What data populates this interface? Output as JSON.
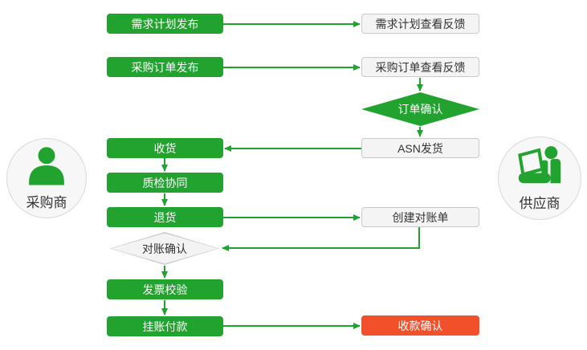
{
  "palette": {
    "green": "#22a32f",
    "red": "#f1502b",
    "plain_box_bg": "#f4f4f4",
    "plain_box_border": "#c9c9c9",
    "text_dark": "#333333",
    "text_light": "#ffffff"
  },
  "actors": {
    "buyer": {
      "label": "采购商"
    },
    "supplier": {
      "label": "供应商"
    }
  },
  "nodes": {
    "demand_plan_publish": {
      "label": "需求计划发布"
    },
    "po_publish": {
      "label": "采购订单发布"
    },
    "receive_goods": {
      "label": "收货"
    },
    "quality_collab": {
      "label": "质检协同"
    },
    "return_goods": {
      "label": "退货"
    },
    "recon_confirm": {
      "label": "对账确认"
    },
    "invoice_verify": {
      "label": "发票校验"
    },
    "payment_on_account": {
      "label": "挂账付款"
    },
    "demand_plan_feedback": {
      "label": "需求计划查看反馈"
    },
    "po_feedback": {
      "label": "采购订单查看反馈"
    },
    "order_confirm": {
      "label": "订单确认"
    },
    "asn_ship": {
      "label": "ASN发货"
    },
    "create_statement": {
      "label": "创建对账单"
    },
    "payment_receipt_confirm": {
      "label": "收款确认"
    }
  },
  "edges": [
    {
      "from": "demand_plan_publish",
      "to": "demand_plan_feedback"
    },
    {
      "from": "po_publish",
      "to": "po_feedback"
    },
    {
      "from": "po_feedback",
      "to": "order_confirm"
    },
    {
      "from": "order_confirm",
      "to": "asn_ship"
    },
    {
      "from": "asn_ship",
      "to": "receive_goods"
    },
    {
      "from": "receive_goods",
      "to": "quality_collab"
    },
    {
      "from": "quality_collab",
      "to": "return_goods"
    },
    {
      "from": "return_goods",
      "to": "create_statement"
    },
    {
      "from": "create_statement",
      "to": "recon_confirm"
    },
    {
      "from": "recon_confirm",
      "to": "invoice_verify"
    },
    {
      "from": "invoice_verify",
      "to": "payment_on_account"
    },
    {
      "from": "payment_on_account",
      "to": "payment_receipt_confirm"
    }
  ]
}
